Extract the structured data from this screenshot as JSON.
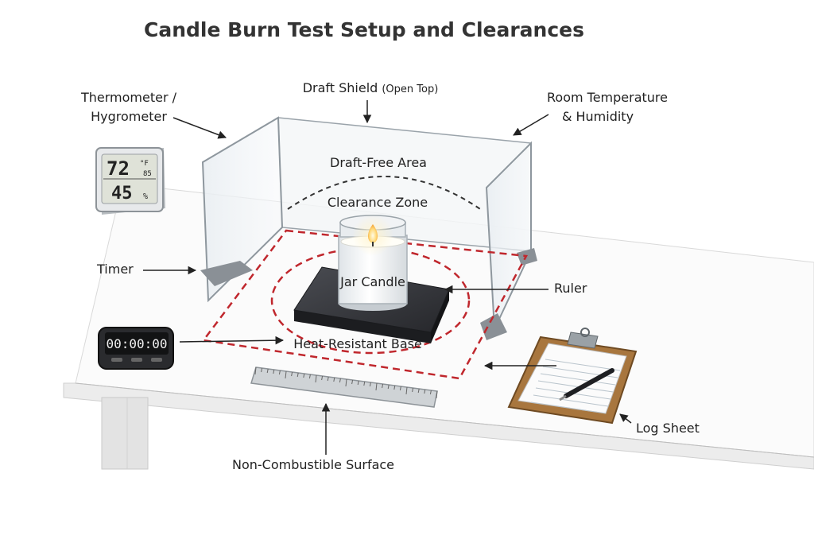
{
  "title": "Candle Burn Test Setup and Clearances",
  "labels": {
    "draft_shield": "Draft Shield",
    "draft_shield_note": "(Open Top)",
    "thermometer_line1": "Thermometer /",
    "thermometer_line2": "Hygrometer",
    "room_line1": "Room Temperature",
    "room_line2": "& Humidity",
    "draft_free_area": "Draft-Free Area",
    "clearance_zone": "Clearance Zone",
    "jar_candle": "Jar Candle",
    "timer": "Timer",
    "ruler": "Ruler",
    "heat_resistant_base": "Heat-Resistant Base",
    "log_sheet": "Log Sheet",
    "non_combustible_surface": "Non-Combustible Surface"
  },
  "hygrometer": {
    "temperature": "72",
    "temp_unit": "°F",
    "secondary": "85",
    "humidity": "45",
    "humidity_unit": "%"
  },
  "timer_display": "00:00:00",
  "colors": {
    "clearance_dash": "#c0272d",
    "arrow": "#222222",
    "clipboard": "#a8763e",
    "base": "#2e2f33"
  }
}
